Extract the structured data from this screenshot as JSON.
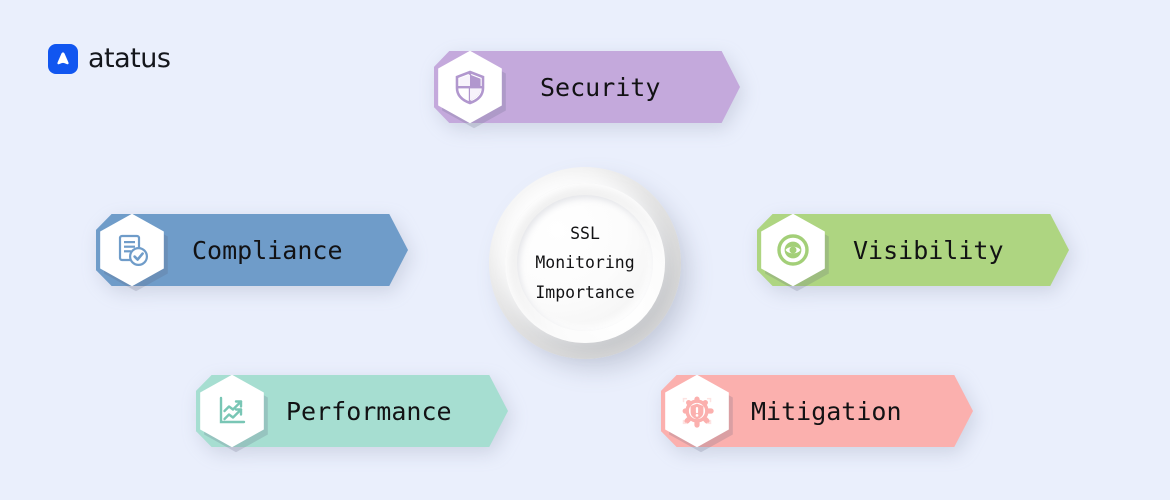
{
  "brand": {
    "name": "atatus",
    "logo_icon": "atatus-triangle-logo-icon",
    "accent": "#1156f0"
  },
  "background_color": "#eaeffc",
  "hub": {
    "text": "SSL\nMonitoring\nImportance",
    "line1": "SSL",
    "line2": "Monitoring",
    "line3": "Importance"
  },
  "diagram": {
    "type": "hub-and-spoke",
    "title": "SSL Monitoring Importance",
    "nodes": [
      {
        "id": "security",
        "label": "Security",
        "color": "#c4a9dc",
        "icon": "shield-icon",
        "position": "top"
      },
      {
        "id": "compliance",
        "label": "Compliance",
        "color": "#6f9cc9",
        "icon": "document-check-icon",
        "position": "left"
      },
      {
        "id": "visibility",
        "label": "Visibility",
        "color": "#aed581",
        "icon": "eye-target-icon",
        "position": "right"
      },
      {
        "id": "performance",
        "label": "Performance",
        "color": "#a6ded1",
        "icon": "growth-chart-icon",
        "position": "bottom-left"
      },
      {
        "id": "mitigation",
        "label": "Mitigation",
        "color": "#fbb0ae",
        "icon": "gear-alert-icon",
        "position": "bottom-right"
      }
    ]
  }
}
